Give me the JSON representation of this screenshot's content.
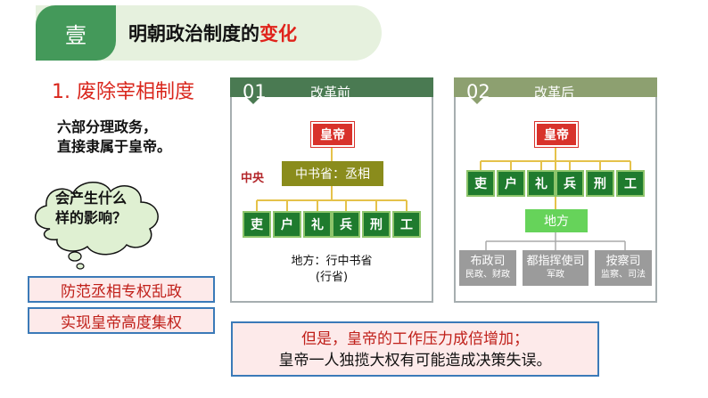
{
  "header": {
    "number": "壹",
    "title_prefix": "明朝政治制度的",
    "title_highlight": "变化"
  },
  "section_title": "1. 废除宰相制度",
  "description": {
    "line1": "六部分理政务，",
    "line2": "直接隶属于皇帝。"
  },
  "question": {
    "line1": "会产生什么",
    "line2": "样的影响？"
  },
  "tags": [
    "防范丞相专权乱政",
    "实现皇帝高度集权"
  ],
  "panel_before": {
    "number": "01",
    "label": "改革前",
    "emperor": "皇帝",
    "central_label": "中央",
    "secretariat": "中书省：丞相",
    "ministries": [
      "吏",
      "户",
      "礼",
      "兵",
      "刑",
      "工"
    ],
    "local_line1": "地方：行中书省",
    "local_line2": "(行省)"
  },
  "panel_after": {
    "number": "02",
    "label": "改革后",
    "emperor": "皇帝",
    "ministries": [
      "吏",
      "户",
      "礼",
      "兵",
      "刑",
      "工"
    ],
    "local": "地方",
    "offices": [
      {
        "name": "布政司",
        "sub": "民政、财政"
      },
      {
        "name": "都指挥使司",
        "sub": "军政"
      },
      {
        "name": "按察司",
        "sub": "监察、司法"
      }
    ]
  },
  "note": {
    "line1": "但是，皇帝的工作压力成倍增加；",
    "line2": "皇帝一人独揽大权有可能造成决策失误。"
  },
  "colors": {
    "accent_green": "#44995a",
    "highlight_red": "#e0231b",
    "tab_green": "#4a7a52",
    "tab_olive": "#8da070"
  }
}
